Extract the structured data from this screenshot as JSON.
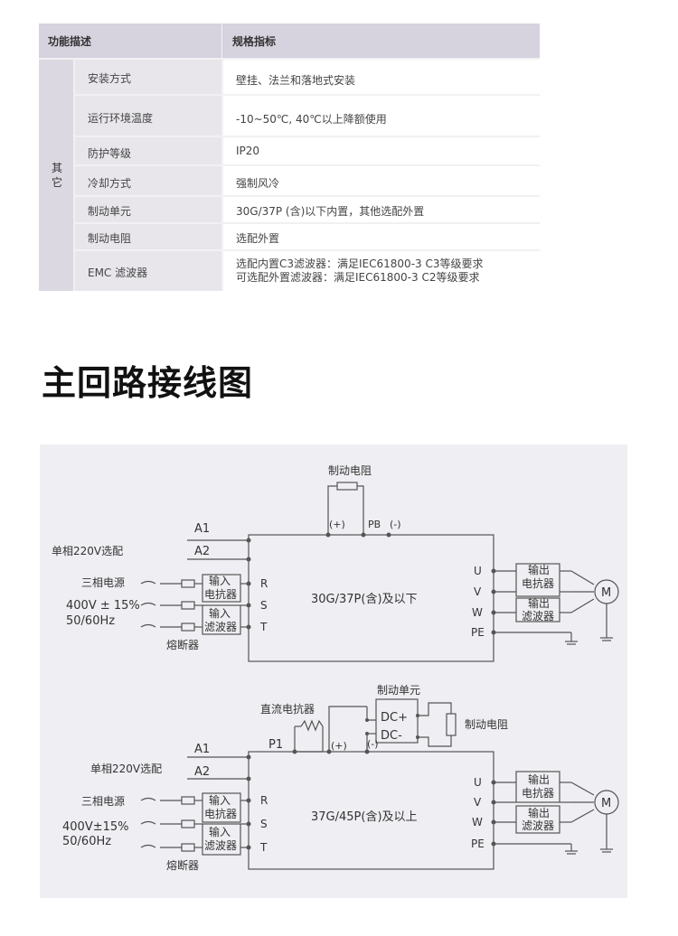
{
  "spec": {
    "header": {
      "col1": "功能描述",
      "col2": "规格指标"
    },
    "group_label": "其它",
    "rows": [
      {
        "label": "安装方式",
        "value": "壁挂、法兰和落地式安装"
      },
      {
        "label": "运行环境温度",
        "value": "-10~50℃, 40℃以上降额使用"
      },
      {
        "label": "防护等级",
        "value": "IP20"
      },
      {
        "label": "冷却方式",
        "value": "强制风冷"
      },
      {
        "label": "制动单元",
        "value": "30G/37P (含)以下内置，其他选配外置"
      },
      {
        "label": "制动电阻",
        "value": "选配外置"
      },
      {
        "label": "EMC 滤波器",
        "value_line1": "选配内置C3滤波器：满足IEC61800-3 C3等级要求",
        "value_line2": "可选配外置滤波器：满足IEC61800-3 C2等级要求"
      }
    ]
  },
  "heading": "主回路接线图",
  "diagram": {
    "top": {
      "brake_resistor": "制动电阻",
      "plus": "(+)",
      "pb": "PB",
      "minus": "(-)",
      "a1": "A1",
      "a2": "A2",
      "single_phase": "单相220V选配",
      "three_phase": "三相电源",
      "voltage": "400V ± 15%",
      "freq": "50/60Hz",
      "fuse": "熔断器",
      "in_reactor_1": "输入",
      "in_reactor_2": "电抗器",
      "in_filter_1": "输入",
      "in_filter_2": "滤波器",
      "r": "R",
      "s": "S",
      "t": "T",
      "model": "30G/37P(含)及以下",
      "u": "U",
      "v": "V",
      "w": "W",
      "pe": "PE",
      "out_reactor_1": "输出",
      "out_reactor_2": "电抗器",
      "out_filter_1": "输出",
      "out_filter_2": "滤波器",
      "motor": "M"
    },
    "bottom": {
      "dc_reactor": "直流电抗器",
      "brake_unit": "制动单元",
      "brake_resistor": "制动电阻",
      "p1": "P1",
      "plus": "(+)",
      "minus": "(-)",
      "dc_plus": "DC+",
      "dc_minus": "DC-",
      "a1": "A1",
      "a2": "A2",
      "single_phase": "单相220V选配",
      "three_phase": "三相电源",
      "voltage": "400V±15%",
      "freq": "50/60Hz",
      "fuse": "熔断器",
      "in_reactor_1": "输入",
      "in_reactor_2": "电抗器",
      "in_filter_1": "输入",
      "in_filter_2": "滤波器",
      "r": "R",
      "s": "S",
      "t": "T",
      "model": "37G/45P(含)及以上",
      "u": "U",
      "v": "V",
      "w": "W",
      "pe": "PE",
      "out_reactor_1": "输出",
      "out_reactor_2": "电抗器",
      "out_filter_1": "输出",
      "out_filter_2": "滤波器",
      "motor": "M"
    }
  }
}
